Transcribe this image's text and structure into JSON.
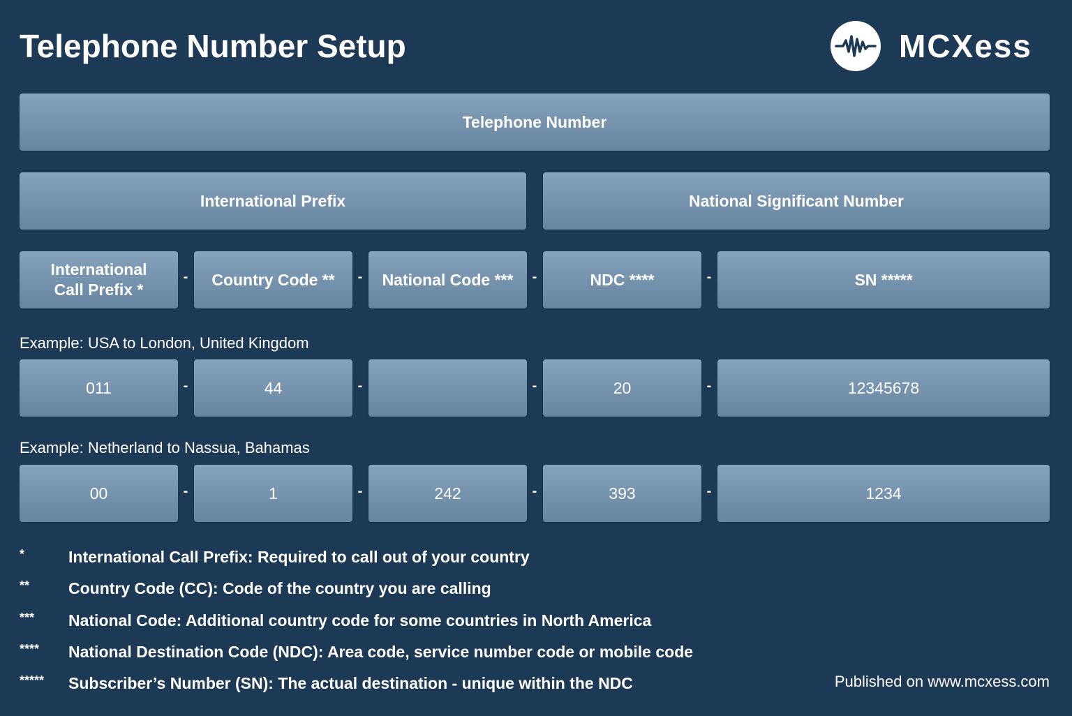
{
  "header": {
    "title": "Telephone Number Setup",
    "brand": "MCXess",
    "logo_icon": "waveform-icon"
  },
  "level1": {
    "label": "Telephone Number"
  },
  "level2": {
    "left": "International Prefix",
    "right": "National Significant Number"
  },
  "level3": {
    "col1_line1": "International",
    "col1_line2": "Call Prefix *",
    "col2": "Country Code **",
    "col3": "National Code ***",
    "col4": "NDC ****",
    "col5": "SN *****"
  },
  "separator": "-",
  "examples": [
    {
      "label": "Example: USA to London, United Kingdom",
      "values": [
        "011",
        "44",
        "",
        "20",
        "12345678"
      ]
    },
    {
      "label": "Example: Netherland to Nassua, Bahamas",
      "values": [
        "00",
        "1",
        "242",
        "393",
        "1234"
      ]
    }
  ],
  "notes": [
    {
      "mark": "*",
      "text": "International Call Prefix: Required to call out of your country"
    },
    {
      "mark": "**",
      "text": "Country Code (CC): Code of the country you are calling"
    },
    {
      "mark": "***",
      "text": "National Code: Additional country code for some countries in North America"
    },
    {
      "mark": "****",
      "text": "National Destination Code (NDC): Area code, service number code or mobile code"
    },
    {
      "mark": "*****",
      "text": "Subscriber’s Number (SN): The actual destination - unique within the NDC"
    }
  ],
  "footer": {
    "published": "Published on www.mcxess.com"
  },
  "colors": {
    "background": "#1c3a55",
    "box_top": "#86a3bd",
    "box_bottom": "#6784a0",
    "text": "#ffffff"
  }
}
